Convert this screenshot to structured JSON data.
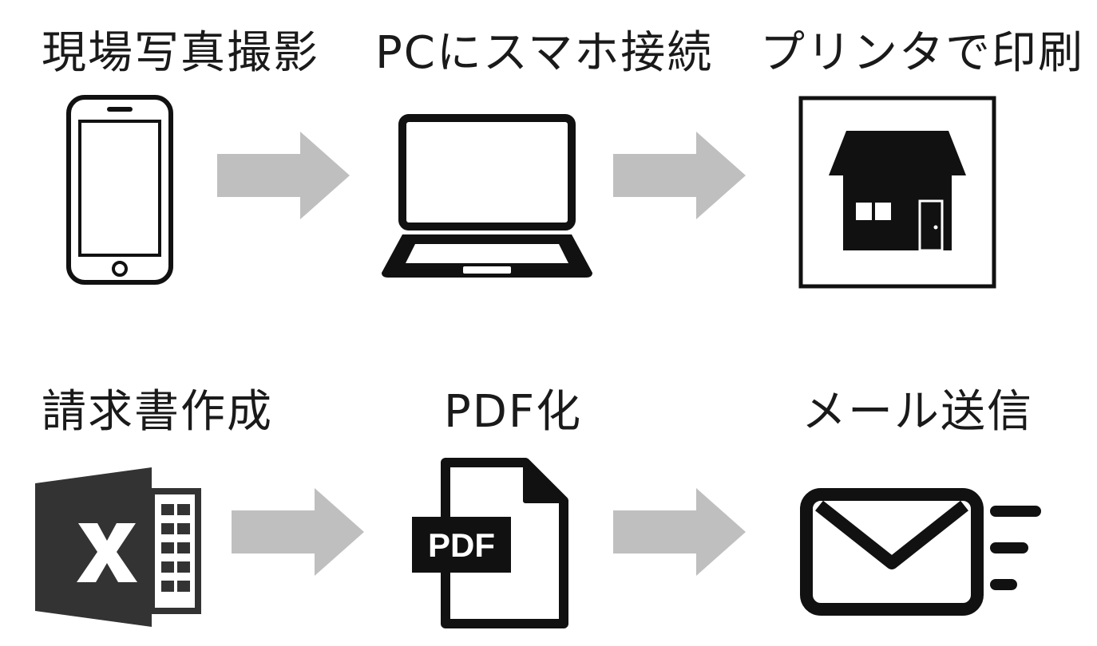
{
  "steps": [
    {
      "label": "現場写真撮影",
      "icon": "smartphone-icon"
    },
    {
      "label": "PCにスマホ接続",
      "icon": "laptop-icon"
    },
    {
      "label": "プリンタで印刷",
      "icon": "house-print-icon"
    },
    {
      "label": "請求書作成",
      "icon": "excel-icon"
    },
    {
      "label": "PDF化",
      "icon": "pdf-file-icon",
      "badge": "PDF"
    },
    {
      "label": "メール送信",
      "icon": "mail-send-icon"
    }
  ],
  "colors": {
    "icon": "#111111",
    "arrow": "#bfbfbf",
    "text": "#1a1a1a"
  }
}
